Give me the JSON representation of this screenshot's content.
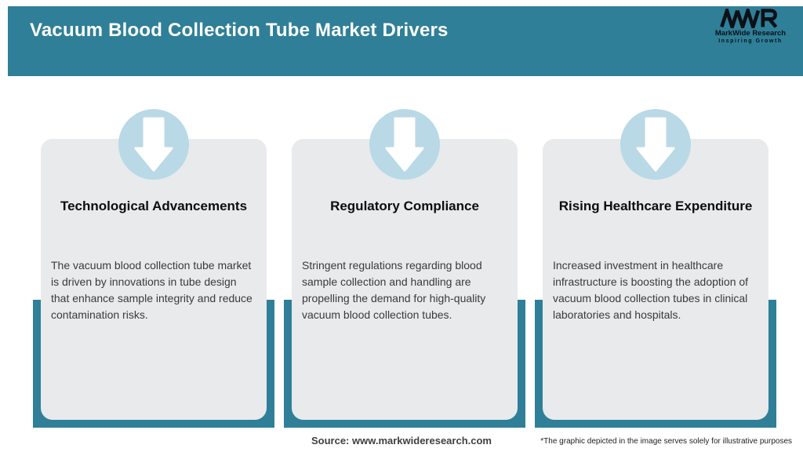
{
  "header": {
    "title": "Vacuum Blood Collection Tube Market Drivers",
    "logo": {
      "acronym": "MWR",
      "name": "MarkWide Research",
      "tagline": "Inspiring Growth"
    }
  },
  "cards": [
    {
      "icon": "down-arrow-icon",
      "title": "Technological Advancements",
      "body": "The vacuum blood collection tube market is driven by innovations in tube design that enhance sample integrity and reduce contamination risks."
    },
    {
      "icon": "down-arrow-icon",
      "title": "Regulatory Compliance",
      "body": "Stringent regulations regarding blood sample collection and handling are propelling the demand for high-quality vacuum blood collection tubes."
    },
    {
      "icon": "down-arrow-icon",
      "title": "Rising Healthcare Expenditure",
      "body": "Increased investment in healthcare infrastructure is boosting the adoption of vacuum blood collection tubes in clinical laboratories and hospitals."
    }
  ],
  "footer": {
    "source": "Source: www.markwideresearch.com",
    "disclaimer": "*The graphic depicted in the image serves solely for illustrative purposes"
  },
  "colors": {
    "header_teal": "#2F7F98",
    "pillar_teal": "#2F7F98",
    "circle_blue": "#B9D9E6",
    "card_gray": "#E8EAEC",
    "title_white": "#FFFFFF",
    "logo_black": "#0C1117"
  },
  "icons": {
    "down-arrow-icon": "⬇",
    "mwr-logo-icon": "MWR"
  }
}
